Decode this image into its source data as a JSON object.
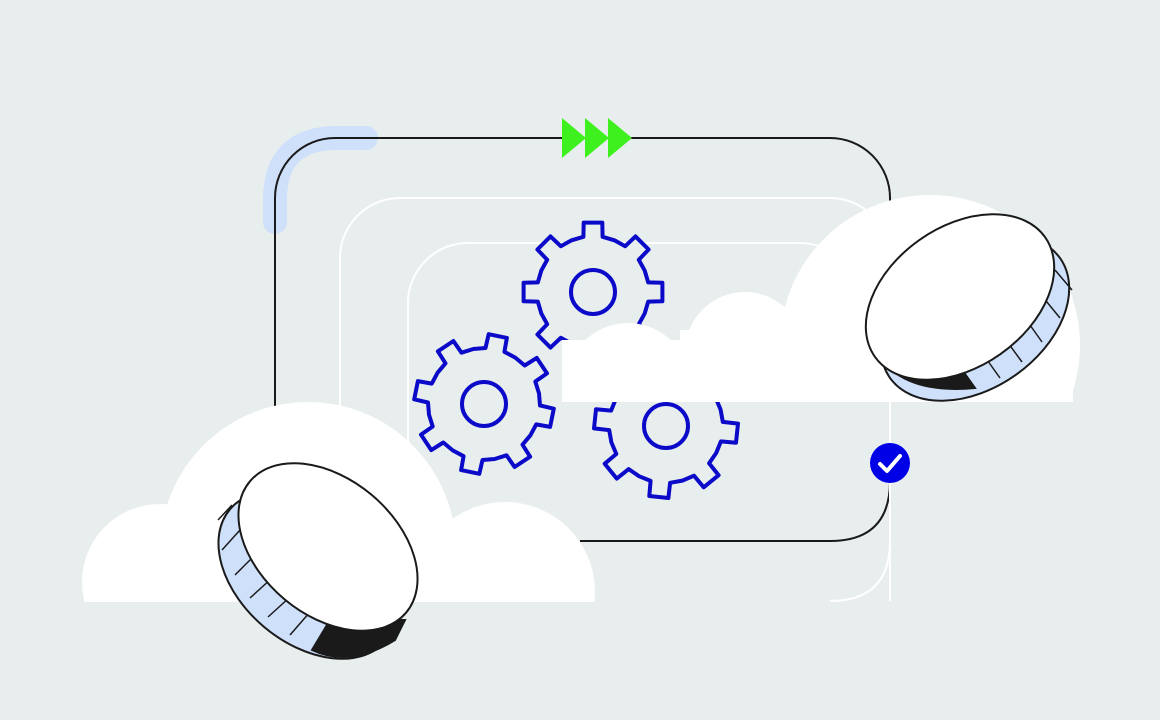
{
  "colors": {
    "background": "#e8eeee",
    "outline": "#1a1a1a",
    "gear": "#0a0ac8",
    "accent_green": "#3ef01e",
    "highlight_blue": "#cfe0fb",
    "coin_edge": "#cfe0fb",
    "check_badge": "#0000e6",
    "cloud": "#ffffff"
  },
  "gears": [
    {
      "name": "gear-top",
      "teeth": 8
    },
    {
      "name": "gear-left",
      "teeth": 8
    },
    {
      "name": "gear-right",
      "teeth": 8
    }
  ]
}
